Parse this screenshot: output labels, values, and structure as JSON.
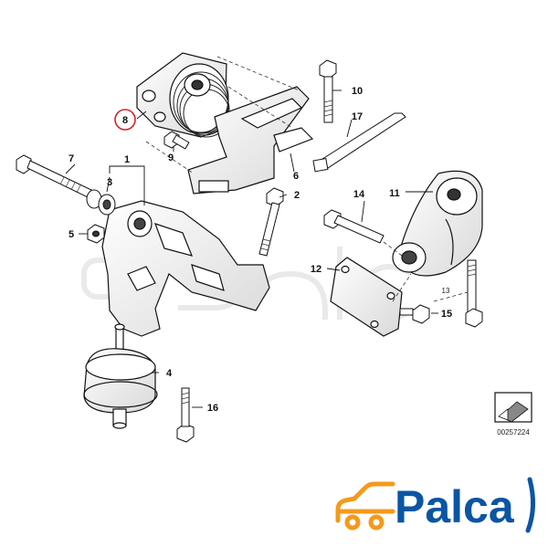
{
  "diagram": {
    "part_labels": {
      "p1": "1",
      "p2": "2",
      "p3": "3",
      "p4": "4",
      "p5": "5",
      "p6": "6",
      "p7": "7",
      "p8": "8",
      "p9": "9",
      "p10": "10",
      "p11": "11",
      "p12": "12",
      "p13": "13",
      "p14": "14",
      "p15": "15",
      "p16": "16",
      "p17": "17"
    },
    "highlighted_part": "8",
    "reference_number": "00257224"
  },
  "brand": {
    "name": "Palca",
    "colors": {
      "logo_blue": "#0b55a3",
      "car_orange": "#f39a1c",
      "highlight_red": "#d2232a"
    }
  }
}
